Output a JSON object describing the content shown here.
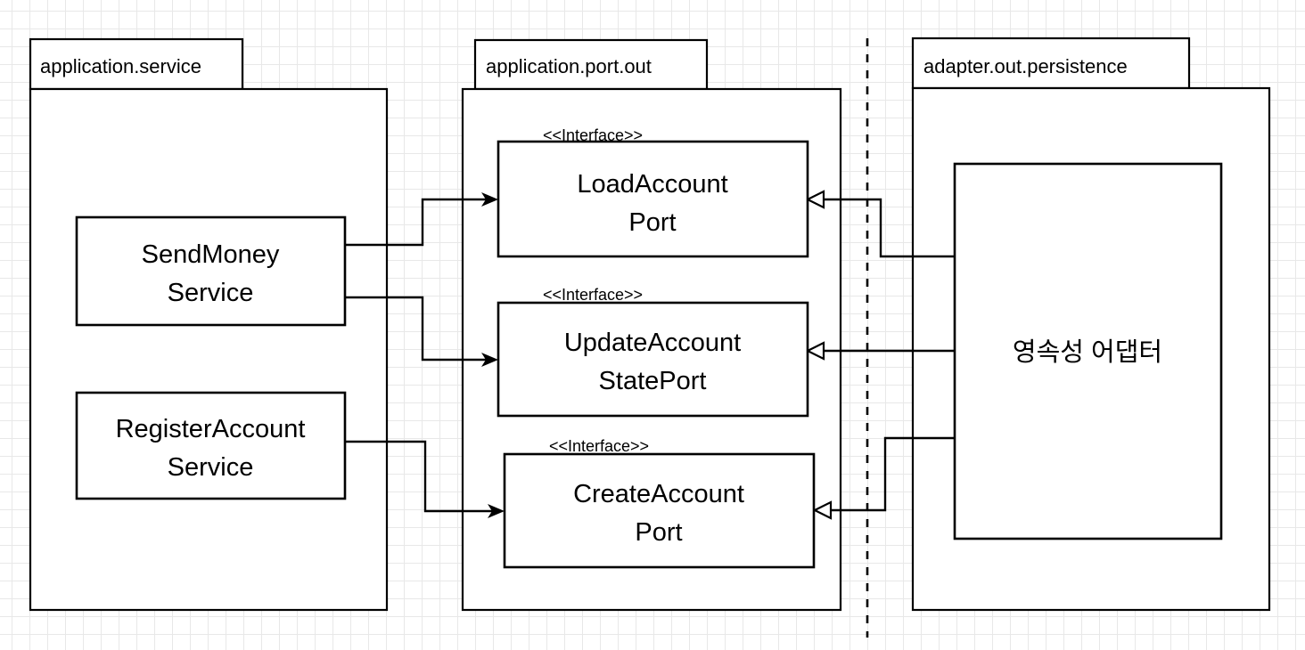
{
  "diagram": {
    "title": "Hexagonal architecture outgoing ports diagram",
    "stroke_color": "#000000",
    "fill_color": "#ffffff",
    "grid_minor_color": "#e8e8e8",
    "grid_major_color": "#d2d2d2"
  },
  "packages": [
    {
      "id": "application-service",
      "label": "application.service"
    },
    {
      "id": "application-port-out",
      "label": "application.port.out"
    },
    {
      "id": "adapter-out-persistence",
      "label": "adapter.out.persistence"
    }
  ],
  "stereotype": {
    "interface": "<<Interface>>"
  },
  "nodes": [
    {
      "id": "send-money-service",
      "line1": "SendMoney",
      "line2": "Service"
    },
    {
      "id": "register-account-service",
      "line1": "RegisterAccount",
      "line2": "Service"
    },
    {
      "id": "load-account-port",
      "line1": "LoadAccount",
      "line2": "Port",
      "stereotype": "<<Interface>>"
    },
    {
      "id": "update-account-state-port",
      "line1": "UpdateAccount",
      "line2": "StatePort",
      "stereotype": "<<Interface>>"
    },
    {
      "id": "create-account-port",
      "line1": "CreateAccount",
      "line2": "Port",
      "stereotype": "<<Interface>>"
    },
    {
      "id": "persistence-adapter",
      "line1": "영속성 어댑터",
      "line2": ""
    }
  ],
  "connectors": [
    {
      "id": "send-money-to-load-account",
      "from": "send-money-service",
      "to": "load-account-port",
      "arrow": "solid"
    },
    {
      "id": "send-money-to-update-account-state",
      "from": "send-money-service",
      "to": "update-account-state-port",
      "arrow": "solid"
    },
    {
      "id": "register-account-to-create-account",
      "from": "register-account-service",
      "to": "create-account-port",
      "arrow": "solid"
    },
    {
      "id": "adapter-realizes-load-account",
      "from": "persistence-adapter",
      "to": "load-account-port",
      "arrow": "hollow"
    },
    {
      "id": "adapter-realizes-update-account",
      "from": "persistence-adapter",
      "to": "update-account-state-port",
      "arrow": "hollow"
    },
    {
      "id": "adapter-realizes-create-account",
      "from": "persistence-adapter",
      "to": "create-account-port",
      "arrow": "hollow"
    }
  ]
}
